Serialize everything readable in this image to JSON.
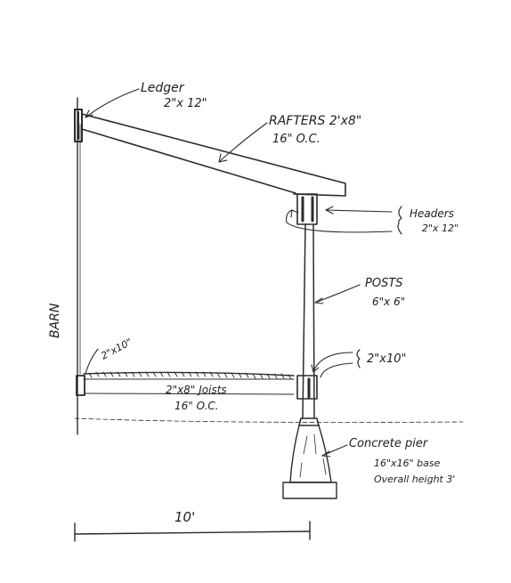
{
  "labels": {
    "ledger": "Ledger",
    "ledger_size": "2\"x 12\"",
    "rafters": "RAFTERS  2'x8\"",
    "rafters_spacing": "16\" O.C.",
    "headers": "Headers",
    "headers_size": "2\"x 12\"",
    "posts": "POSTS",
    "posts_size": "6\"x 6\"",
    "barn": "BARN",
    "barn_rim": "2\"x10\"",
    "rim_right": "2\"x10\"",
    "joists": "2\"x8\" Joists",
    "joists_spacing": "16\" O.C.",
    "pier": "Concrete pier",
    "pier_base": "16\"x16\" base",
    "pier_height": "Overall height  3'",
    "dimension": "10'"
  },
  "colors": {
    "ink": "#2b2b2b",
    "paper": "#ffffff"
  }
}
